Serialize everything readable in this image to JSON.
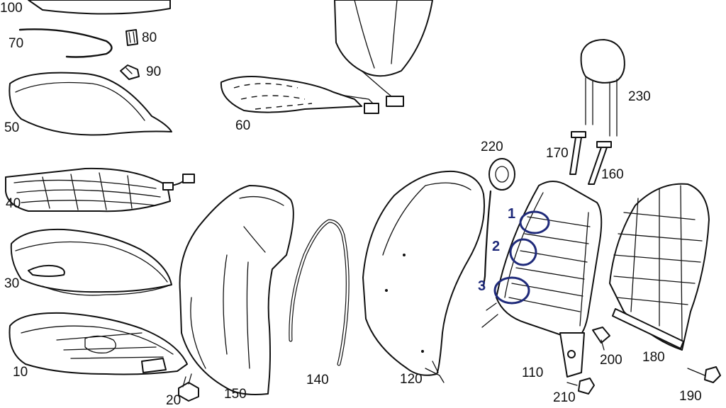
{
  "callouts": {
    "p100": "100",
    "p70": "70",
    "p80": "80",
    "p90": "90",
    "p50": "50",
    "p60": "60",
    "p40": "40",
    "p30": "30",
    "p10": "10",
    "p20": "20",
    "p150": "150",
    "p140": "140",
    "p120": "120",
    "p220": "220",
    "p230": "230",
    "p170": "170",
    "p160": "160",
    "p110": "110",
    "p210": "210",
    "p200": "200",
    "p180": "180",
    "p190": "190"
  },
  "annotations": {
    "color": "#1f2a7a",
    "marks": [
      "1",
      "2",
      "3"
    ]
  }
}
